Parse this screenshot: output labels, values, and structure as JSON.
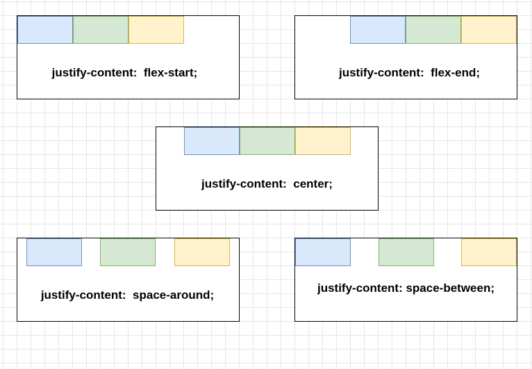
{
  "colors": {
    "blue_fill": "#dae8fc",
    "blue_stroke": "#6c8ebf",
    "green_fill": "#d5e8d4",
    "green_stroke": "#82b366",
    "yellow_fill": "#fff2cc",
    "yellow_stroke": "#d6b656",
    "background_grid": "#e6e6e6",
    "panel_border": "#000000"
  },
  "panels": [
    {
      "id": "flex-start",
      "justify": "flex-start",
      "label": "justify-content:  flex-start;"
    },
    {
      "id": "flex-end",
      "justify": "flex-end",
      "label": "justify-content:  flex-end;"
    },
    {
      "id": "center",
      "justify": "center",
      "label": "justify-content:  center;"
    },
    {
      "id": "space-around",
      "justify": "space-around",
      "label": "justify-content:  space-around;"
    },
    {
      "id": "space-between",
      "justify": "space-between",
      "label": "justify-content: space-between;"
    }
  ]
}
